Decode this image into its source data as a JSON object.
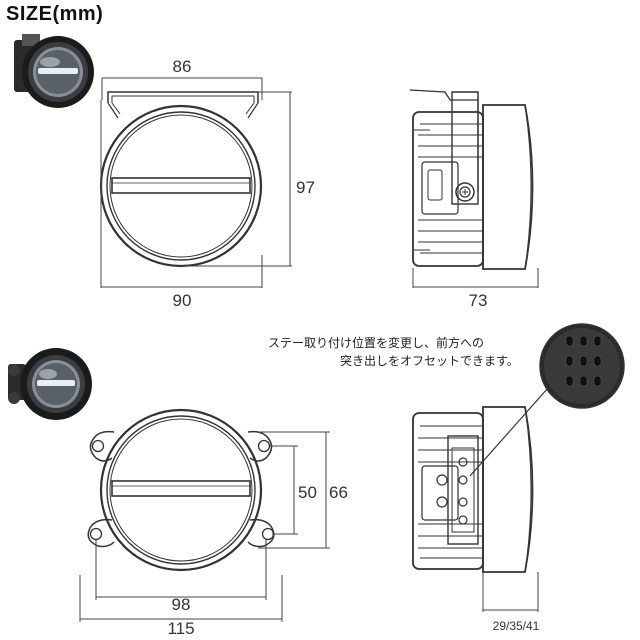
{
  "title": "SIZE(mm)",
  "type1": {
    "front_width_top": "86",
    "front_height": "97",
    "front_width_bottom": "90",
    "side_depth": "73"
  },
  "type2": {
    "front_hole_spacing": "98",
    "front_total_width": "115",
    "front_inner_height": "50",
    "front_outer_height": "66",
    "side_depth_options": "29/35/41"
  },
  "note": {
    "line1": "ステー取り付け位置を変更し、前方への",
    "line2": "突き出しをオフセットできます。"
  }
}
